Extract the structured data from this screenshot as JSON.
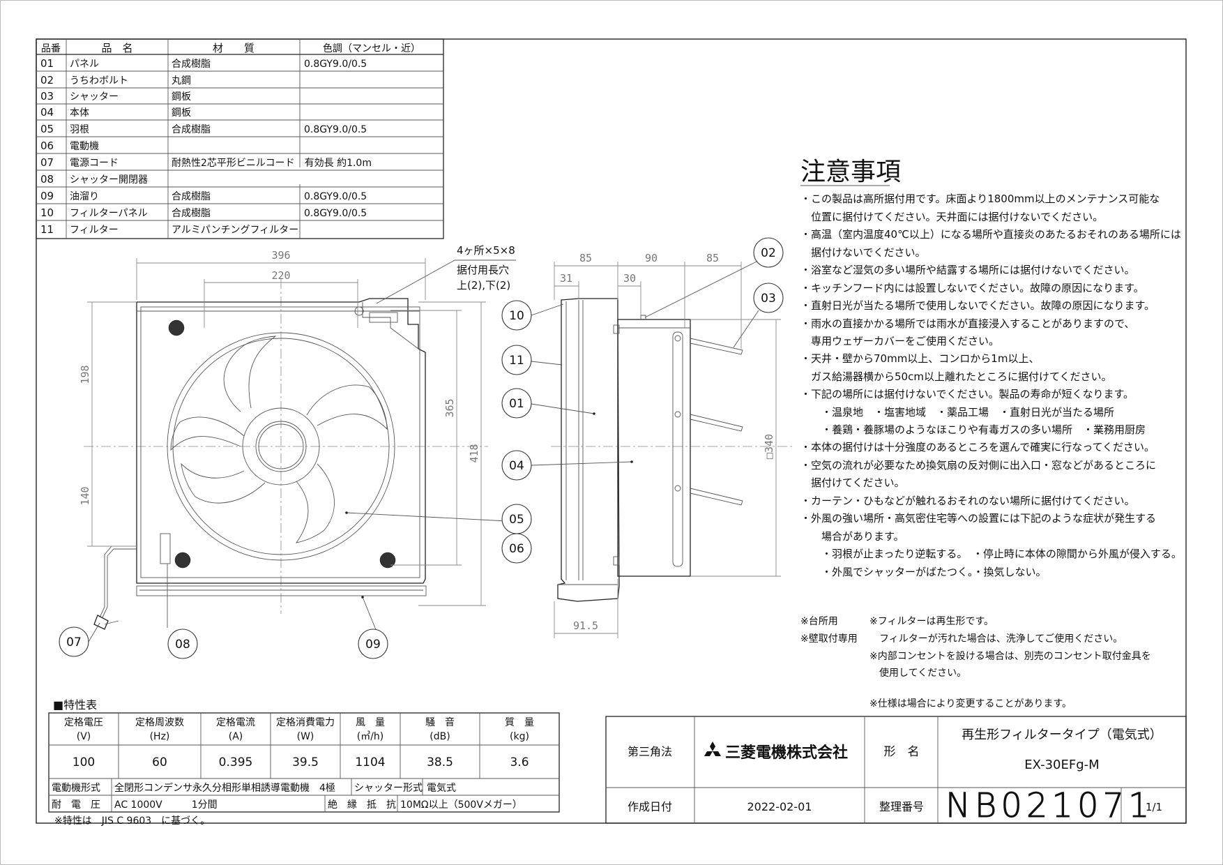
{
  "colors": {
    "line": "#222222",
    "dim": "#777777",
    "text": "#111111"
  },
  "parts_table": {
    "headers": [
      "品番",
      "品　名",
      "材　　質",
      "色調（マンセル・近）"
    ],
    "rows": [
      [
        "01",
        "パネル",
        "合成樹脂",
        "0.8GY9.0/0.5"
      ],
      [
        "02",
        "うちわボルト",
        "丸鋼",
        ""
      ],
      [
        "03",
        "シャッター",
        "鋼板",
        ""
      ],
      [
        "04",
        "本体",
        "鋼板",
        ""
      ],
      [
        "05",
        "羽根",
        "合成樹脂",
        "0.8GY9.0/0.5"
      ],
      [
        "06",
        "電動機",
        "",
        ""
      ],
      [
        "07",
        "電源コード",
        "耐熱性2芯平形ビニルコード　有効長 約1.0m",
        ""
      ],
      [
        "08",
        "シャッター開閉器",
        "",
        ""
      ],
      [
        "09",
        "油溜り",
        "合成樹脂",
        "0.8GY9.0/0.5"
      ],
      [
        "10",
        "フィルターパネル",
        "合成樹脂",
        "0.8GY9.0/0.5"
      ],
      [
        "11",
        "フィルター",
        "アルミパンチングフィルター",
        ""
      ]
    ]
  },
  "notes": {
    "title": "注意事項",
    "lines": [
      "・この製品は高所据付用です。床面より1800mm以上のメンテナンス可能な",
      "　位置に据付けてください。天井面には据付けないでください。",
      "・高温（室内温度40℃以上）になる場所や直接炎のあたるおそれのある場所には",
      "　据付けないでください。",
      "・浴室など湿気の多い場所や結露する場所には据付けないでください。",
      "・キッチンフード内には設置しないでください。故障の原因になります。",
      "・直射日光が当たる場所で使用しないでください。故障の原因になります。",
      "・雨水の直接かかる場所では雨水が直接浸入することがありますので、",
      "　専用ウェザーカバーをご使用ください。",
      "・天井・壁から70mm以上、コンロから1m以上、",
      "　ガス給湯器横から50cm以上離れたところに据付けてください。",
      "・下記の場所には据付けないでください。製品の寿命が短くなります。",
      "　　・温泉地　・塩害地域　・薬品工場　・直射日光が当たる場所",
      "　　・養鶏・養豚場のようなほこりや有毒ガスの多い場所　・業務用厨房",
      "・本体の据付けは十分強度のあるところを選んで確実に行なってください。",
      "・空気の流れが必要なため換気扇の反対側に出入口・窓などがあるところに",
      "　据付けてください。",
      "・カーテン・ひもなどが触れるおそれのない場所に据付けてください。",
      "・外風の強い場所・高気密住宅等への設置には下記のような症状が発生する",
      "　　場合があります。",
      "　　・羽根が止まったり逆転する。　・停止時に本体の隙間から外風が侵入する。",
      "　　・外風でシャッターがばたつく。・換気しない。"
    ]
  },
  "usage": {
    "line1": "※台所用",
    "line2": "※壁取付専用"
  },
  "filter_notes": [
    "※フィルターは再生形です。",
    "　フィルターが汚れた場合は、洗浄してご使用ください。",
    "※内部コンセントを設ける場合は、別売のコンセント取付金具を",
    "　使用してください。"
  ],
  "spec_change_note": "※仕様は場合により変更することがあります。",
  "dims": {
    "w396": "396",
    "w220": "220",
    "h198": "198",
    "h140": "140",
    "h365": "365",
    "h418": "418",
    "s85a": "85",
    "s90": "90",
    "s85b": "85",
    "s31": "31",
    "s30": "30",
    "s91": "91.5",
    "s340": "□340",
    "slot1": "4ヶ所×5×8",
    "slot2": "据付用長穴",
    "slot3": "上(2),下(2)"
  },
  "callouts": [
    "01",
    "02",
    "03",
    "04",
    "05",
    "06",
    "07",
    "08",
    "09",
    "10",
    "11"
  ],
  "spec_table": {
    "title": "■特性表",
    "headers": [
      [
        "定格電圧",
        "(V)"
      ],
      [
        "定格周波数",
        "(Hz)"
      ],
      [
        "定格電流",
        "(A)"
      ],
      [
        "定格消費電力",
        "(W)"
      ],
      [
        "風　量",
        "(㎥/h)"
      ],
      [
        "騒　音",
        "(dB)"
      ],
      [
        "質　量",
        "(kg)"
      ]
    ],
    "values": [
      "100",
      "60",
      "0.395",
      "39.5",
      "1104",
      "38.5",
      "3.6"
    ],
    "motor_label": "電動機形式",
    "motor_value": "全閉形コンデンサ永久分相形単相誘導電動機　4極",
    "shutter_label": "シャッター形式",
    "shutter_value": "電気式",
    "voltage_label": "耐　電　圧",
    "voltage_value": "AC 1000V　　　1分間",
    "insulation_label": "絶　縁　抵　抗",
    "insulation_value": "10MΩ以上（500Vメガー）",
    "footnote": "※特性は　JIS C 9603　に基づく。"
  },
  "title_block": {
    "projection": "第三角法",
    "company": "三菱電機株式会社",
    "model_label": "形　名",
    "product_name": "再生形フィルタータイプ（電気式）",
    "model": "EX-30EFg-M",
    "date_label": "作成日付",
    "date": "2022-02-01",
    "number_label": "整理番号",
    "number": "NB021071",
    "sheet": "1/1"
  }
}
